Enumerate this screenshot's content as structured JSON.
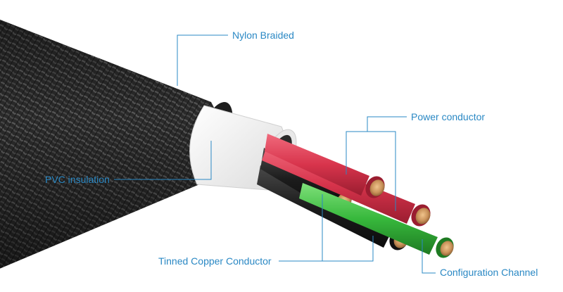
{
  "labels": {
    "nylon_braided": "Nylon Braided",
    "power_conductor": "Power conductor",
    "pvc_insulation": "PVC insulation",
    "tinned_copper_conductor": "Tinned Copper Conductor",
    "configuration_channel": "Configuration Channel"
  },
  "colors": {
    "label_text": "#2a88c4",
    "leader_line": "#2a88c4",
    "braid": "#2b2b2b",
    "pvc_sleeve": "#f4f4f4",
    "red_wire": "#d8344c",
    "black_wire": "#1c1c1c",
    "green_wire": "#37b83c",
    "copper": "#c9925a"
  }
}
